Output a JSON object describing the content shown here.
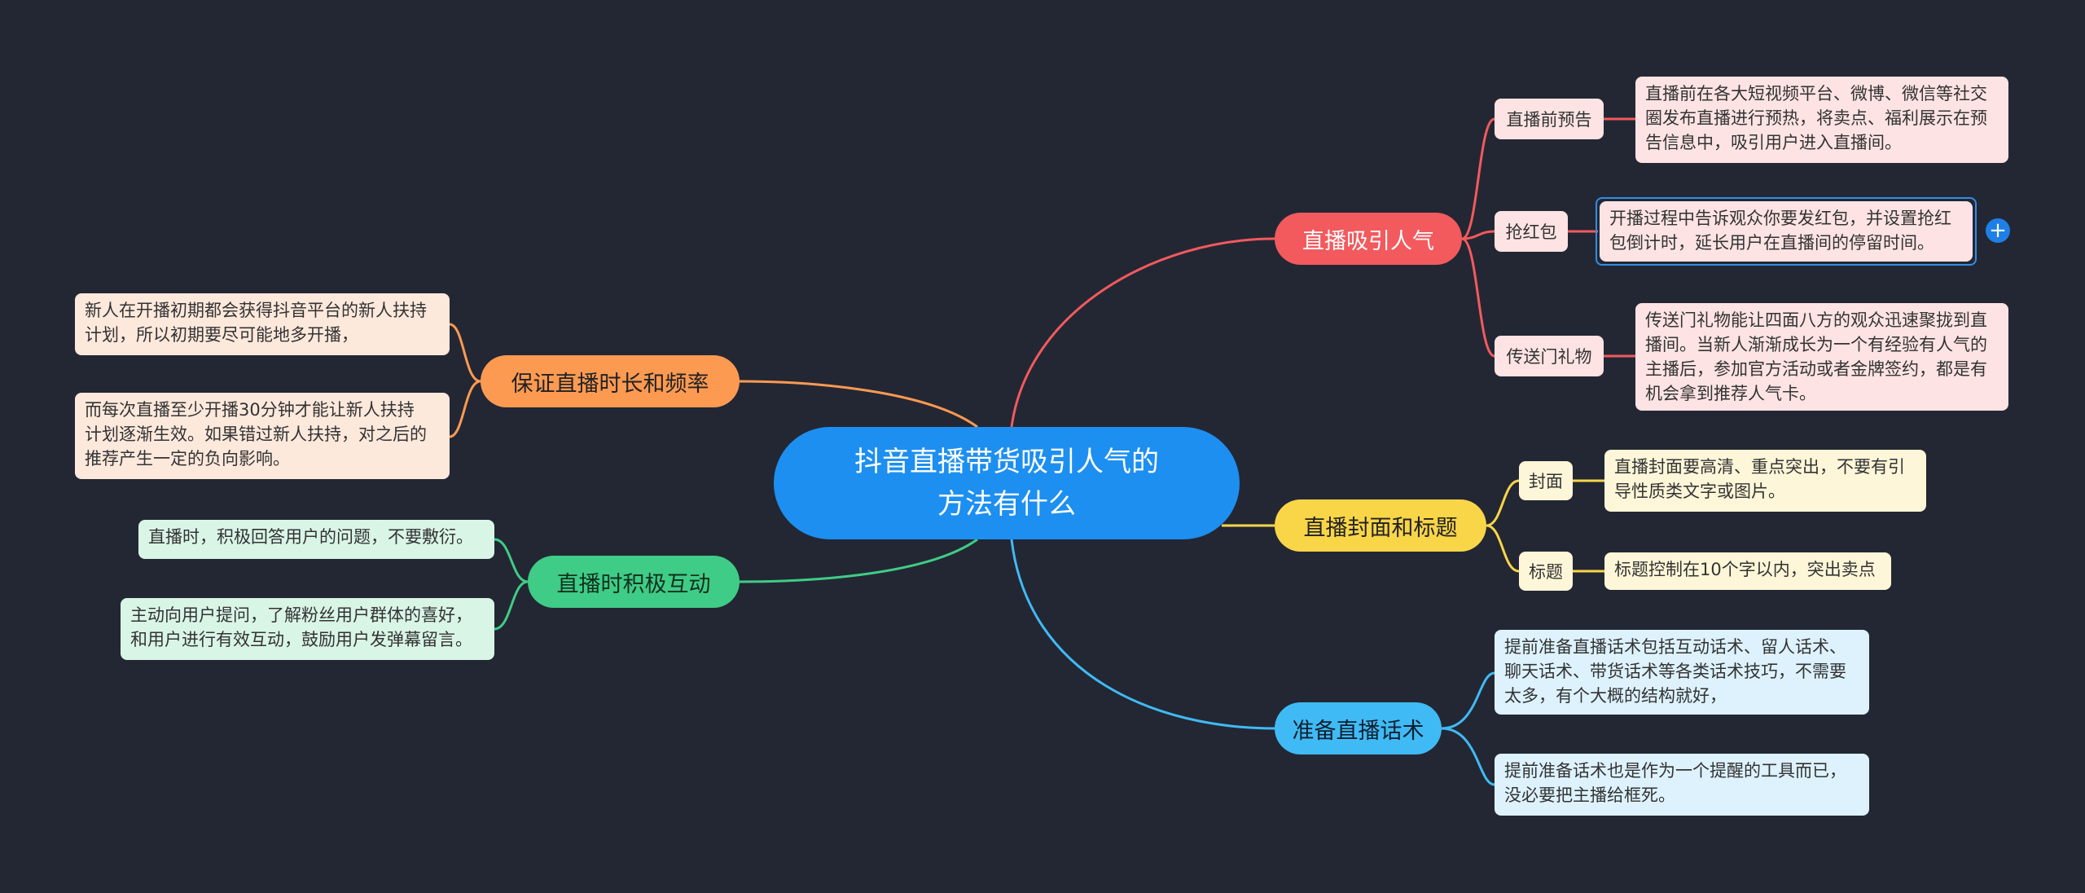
{
  "center": {
    "title_line1": "抖音直播带货吸引人气的",
    "title_line2": "方法有什么"
  },
  "branches": {
    "attract": {
      "label": "直播吸引人气",
      "subs": {
        "preview": {
          "label": "直播前预告",
          "text": [
            "直播前在各大短视频平台、微博、微信等社交",
            "圈发布直播进行预热，将卖点、福利展示在预",
            "告信息中，吸引用户进入直播间。"
          ]
        },
        "redpacket": {
          "label": "抢红包",
          "text": [
            "开播过程中告诉观众你要发红包，并设置抢红",
            "包倒计时，延长用户在直播间的停留时间。"
          ]
        },
        "portal": {
          "label": "传送门礼物",
          "text": [
            "传送门礼物能让四面八方的观众迅速聚拢到直",
            "播间。当新人渐渐成长为一个有经验有人气的",
            "主播后，参加官方活动或者金牌签约，都是有",
            "机会拿到推荐人气卡。"
          ]
        }
      }
    },
    "cover": {
      "label": "直播封面和标题",
      "subs": {
        "cover": {
          "label": "封面",
          "text": [
            "直播封面要高清、重点突出，不要有引",
            "导性质类文字或图片。"
          ]
        },
        "title": {
          "label": "标题",
          "text": [
            "标题控制在10个字以内，突出卖点"
          ]
        }
      }
    },
    "script": {
      "label": "准备直播话术",
      "leaves": [
        [
          "提前准备直播话术包括互动话术、留人话术、",
          "聊天话术、带货话术等各类话术技巧，不需要",
          "太多，有个大概的结构就好，"
        ],
        [
          "提前准备话术也是作为一个提醒的工具而已，",
          "没必要把主播给框死。"
        ]
      ]
    },
    "duration": {
      "label": "保证直播时长和频率",
      "leaves": [
        [
          "新人在开播初期都会获得抖音平台的新人扶持",
          "计划，所以初期要尽可能地多开播，"
        ],
        [
          "而每次直播至少开播30分钟才能让新人扶持",
          "计划逐渐生效。如果错过新人扶持，对之后的",
          "推荐产生一定的负向影响。"
        ]
      ]
    },
    "interact": {
      "label": "直播时积极互动",
      "leaves": [
        [
          "直播时，积极回答用户的问题，不要敷衍。"
        ],
        [
          "主动向用户提问，了解粉丝用户群体的喜好，",
          "和用户进行有效互动，鼓励用户发弹幕留言。"
        ]
      ]
    }
  },
  "colors": {
    "background": "#232733",
    "center": "#1d8ff0",
    "red": "#f25a5e",
    "yellow": "#f9d548",
    "blue": "#40baf5",
    "orange": "#fd9a52",
    "green": "#3fcc86"
  },
  "icons": {
    "expand": "plus-icon"
  },
  "expand_glyph": "+"
}
